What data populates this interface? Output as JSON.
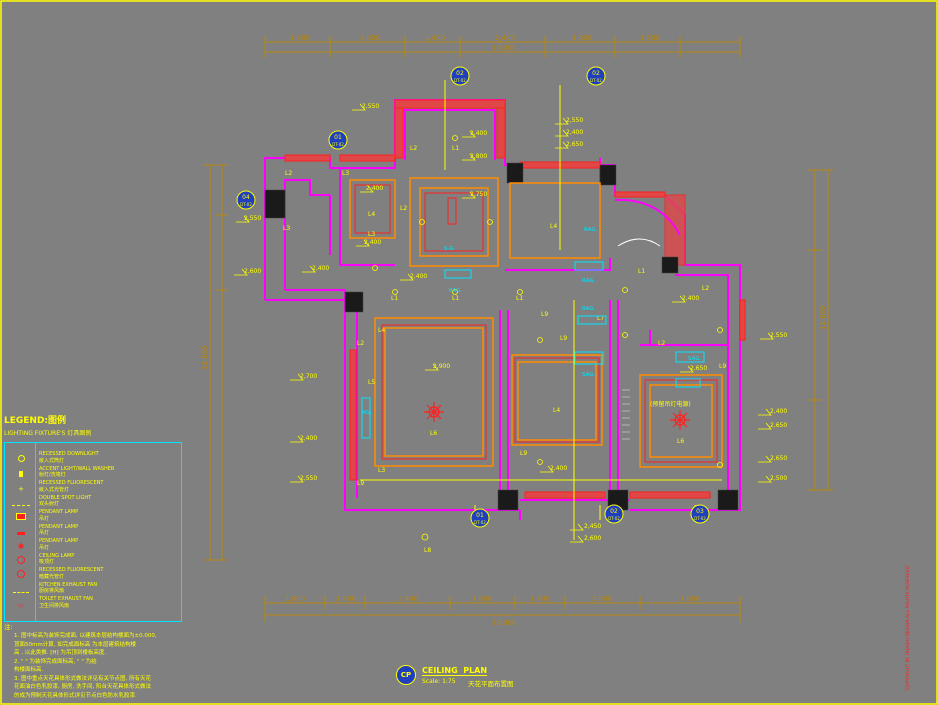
{
  "colors": {
    "background": "#808080",
    "frame": "#ffff00",
    "wall": "#ff00ff",
    "wall_fill": "#e04848",
    "column": "#1a1a1a",
    "ceiling_line": "#ff8c00",
    "fixture_line": "#ff2020",
    "label": "#ffff00",
    "cyan": "#00e5ff",
    "dim": "#b8860b",
    "callout_fill": "#1f3fbf"
  },
  "dims": {
    "top": [
      "1,800",
      "2,800",
      "1,400",
      "2,400",
      "1,800",
      "1,600"
    ],
    "bottom": [
      "1,800",
      "1,400",
      "2,400",
      "1,800",
      "1,400",
      "2,000",
      "1,600"
    ],
    "top_total": "13,000",
    "bottom_total": "13,000",
    "left_total": "12,600",
    "right_total": "11,600"
  },
  "heights": [
    "2,550",
    "2,400",
    "2,550",
    "2,400",
    "2,650",
    "2,800",
    "2,400",
    "2,550",
    "2,400",
    "2,750",
    "2,400",
    "2,600",
    "2,400",
    "2,400",
    "2,550",
    "2,400",
    "2,700",
    "2,900",
    "2,400",
    "2,550",
    "2,400",
    "2,650",
    "2,450",
    "2,600",
    "2,650",
    "2,500",
    "2,650"
  ],
  "lamp_labels": [
    "L1",
    "L2",
    "L3",
    "L4",
    "L5",
    "L6",
    "L7",
    "L8",
    "L9"
  ],
  "callouts": [
    {
      "num": "02",
      "ref": "DT-02"
    },
    {
      "num": "02",
      "ref": "DT-02"
    },
    {
      "num": "01",
      "ref": "DT-02"
    },
    {
      "num": "04",
      "ref": "DT-02"
    },
    {
      "num": "01",
      "ref": "DT-02"
    },
    {
      "num": "02",
      "ref": "DT-02"
    },
    {
      "num": "03",
      "ref": "DT-02"
    }
  ],
  "room_notes": {
    "rag": "RAG.",
    "sag": "SAG.",
    "ag": "AG.",
    "pendant_note": "(预留吊灯电源)",
    "s_g": "S-G"
  },
  "legend": {
    "title": "LEGEND:图例",
    "subtitle": "LIGHTING FIXTURE'S 灯具图例",
    "items": [
      {
        "en": "RECESSED DOWNLIGHT",
        "cn": "嵌入式筒灯"
      },
      {
        "en": "ACCENT LIGHT/WALL WASHER",
        "cn": "射灯/洗墙灯"
      },
      {
        "en": "RECESSED FLUORESCENT",
        "cn": "嵌入式光管灯"
      },
      {
        "en": "DOUBLE SPOT LIGHT",
        "cn": "双头射灯"
      },
      {
        "en": "PENDANT LAMP",
        "cn": "吊灯"
      },
      {
        "en": "PENDANT LAMP",
        "cn": "吊灯"
      },
      {
        "en": "PENDANT LAMP",
        "cn": "吊灯"
      },
      {
        "en": "CEILING LAMP",
        "cn": "吸顶灯"
      },
      {
        "en": "RECESSED FLUORESCENT",
        "cn": "暗藏光管灯"
      },
      {
        "en": "KITCHEN EXHAUST FAN",
        "cn": "厨房排风扇"
      },
      {
        "en": "TOILET EXHAUST FAN",
        "cn": "卫生间排风扇"
      }
    ]
  },
  "notes": {
    "title": "注:",
    "lines": [
      "1. 图中标高为装饰完成面, 以建筑本层结构楼面为±0.000,",
      "顶面50mm计算, 如完成面标高 为本层建筑结构楼",
      "高 , 以此类推. [H] 为吊顶到楼板高度.",
      "2. \" \" 为装饰完成面标高, \" \" 为结",
      "构楼面标高.",
      "3. 图中重点天花具体形式做法详见有关节点图, 所有天花",
      "花面油白色乳胶漆, 厨房, 洗手间, 阳台天花具体形式做法",
      "的成为预制天花具体形式详见节点白色防水乳胶漆."
    ]
  },
  "title_block": {
    "symbol": "CP",
    "title": "CEILING  PLAN",
    "scale": "Scale: 1:75",
    "cn": "天花平面布置图"
  },
  "side_text": "COPYRIGHT BY HUASHI DESIGN ALL RIGHTS RESERVED"
}
